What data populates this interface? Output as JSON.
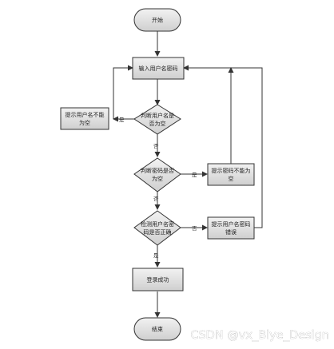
{
  "nodes": {
    "start": {
      "label": "开始"
    },
    "input": {
      "label": "输入用户名密码"
    },
    "check_user_empty": {
      "line1": "判断用户名是",
      "line2": "否为空"
    },
    "tip_user_empty": {
      "line1": "提示用户名不能",
      "line2": "为空"
    },
    "check_pass_empty": {
      "line1": "判断密码是否",
      "line2": "为空"
    },
    "tip_pass_empty": {
      "line1": "提示密码不能为",
      "line2": "空"
    },
    "check_match": {
      "line1": "检测用户名密",
      "line2": "码是否正确"
    },
    "tip_error": {
      "line1": "提示用户名密码",
      "line2": "错误"
    },
    "success": {
      "label": "登录成功"
    },
    "end": {
      "label": "结束"
    }
  },
  "edge_labels": {
    "user_empty_yes": "是",
    "user_empty_no": "否",
    "pass_empty_yes": "是",
    "pass_empty_no": "否",
    "match_no": "否",
    "match_yes": "是"
  },
  "watermark": "CSDN @vx_Biye_Design",
  "colors": {
    "node_fill": "#d9d9d9",
    "stroke": "#333333",
    "background": "#ffffff"
  }
}
